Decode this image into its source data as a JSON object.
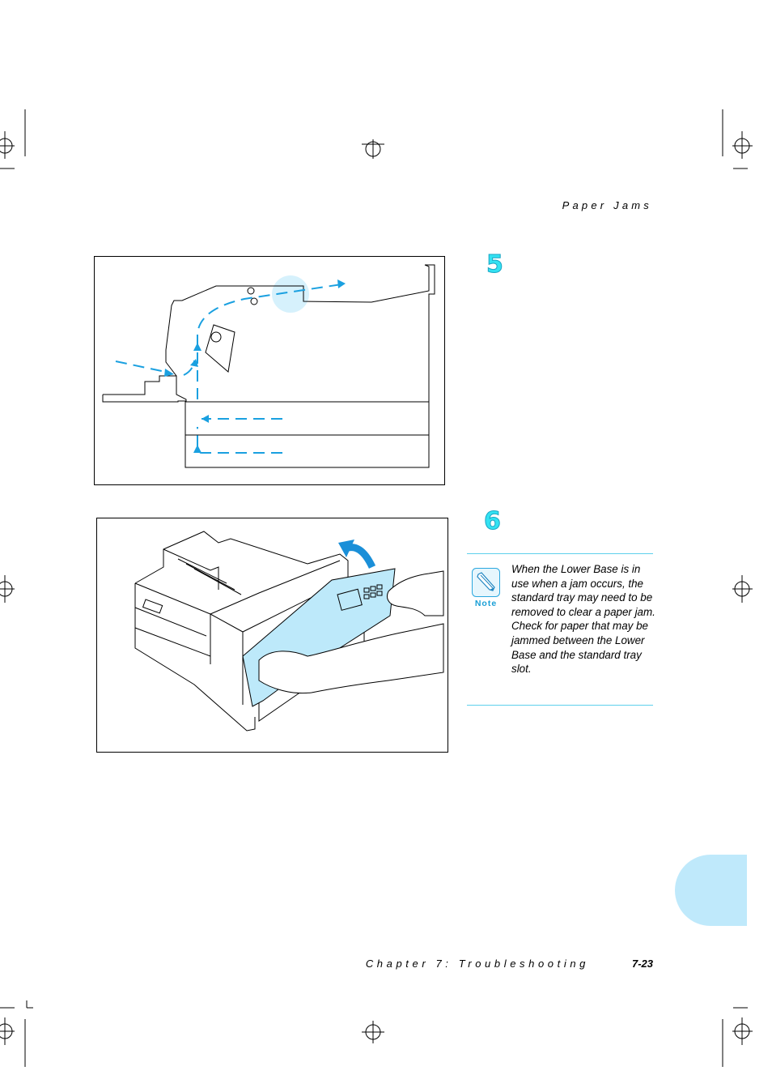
{
  "header": {
    "section_title": "Paper Jams"
  },
  "steps": [
    {
      "number": "5"
    },
    {
      "number": "6"
    }
  ],
  "note": {
    "label": "Note",
    "text": "When the Lower Base is in use when a jam occurs, the standard tray may need to be removed to clear a paper jam. Check for paper that may be jammed between the Lower Base and the standard tray slot."
  },
  "footer": {
    "chapter": "Chapter 7: Troubleshooting",
    "page": "7-23"
  },
  "icons": [
    "pencil-icon",
    "registration-mark-icon",
    "crop-mark-icon"
  ],
  "colors": {
    "accent": "#33e2f2",
    "paper_path": "#1aa0e0",
    "tab": "#bfe9fb",
    "highlight": "#bde9fa"
  }
}
